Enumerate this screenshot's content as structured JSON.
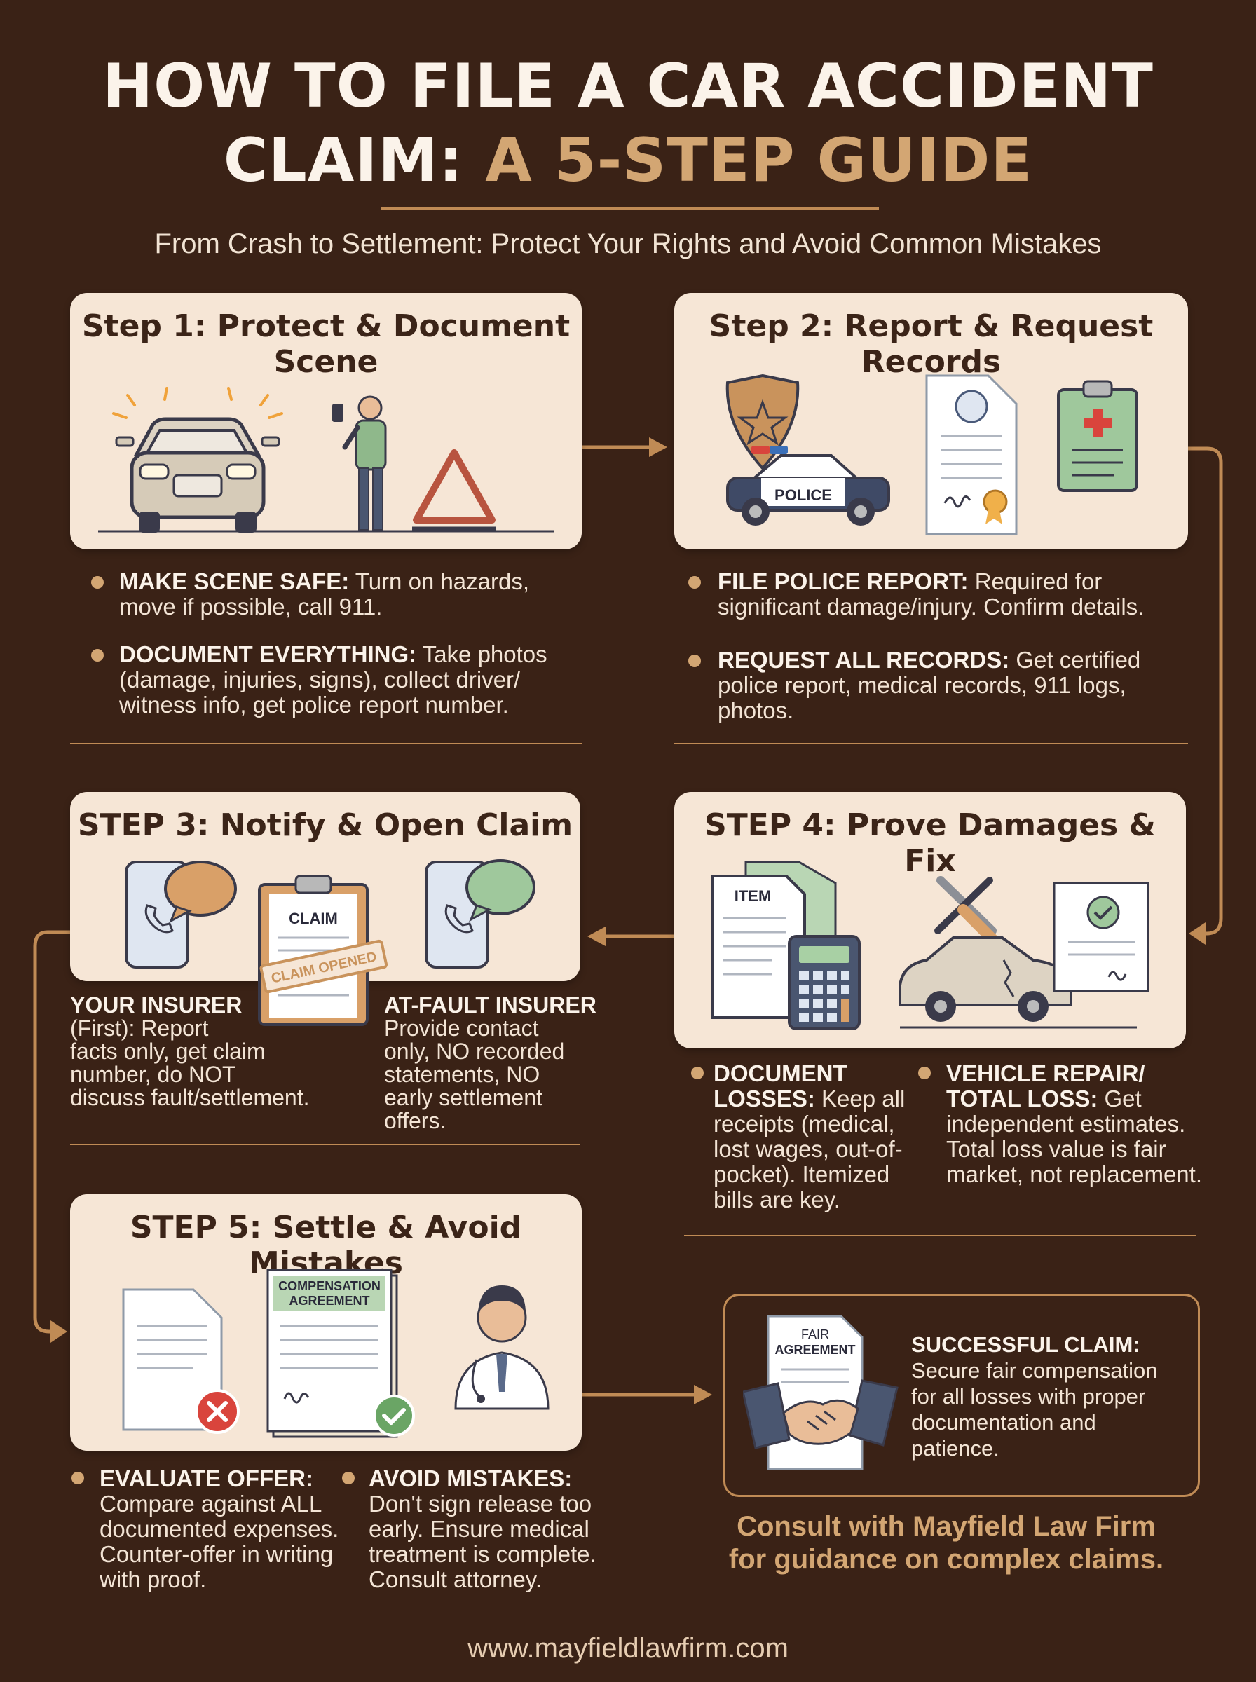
{
  "header": {
    "title_line1": "HOW TO FILE A CAR ACCIDENT",
    "title_line2_part1": "CLAIM: ",
    "title_line2_highlight": "A 5-STEP GUIDE",
    "subtitle": "From Crash to Settlement: Protect Your Rights and Avoid Common Mistakes"
  },
  "step1": {
    "title": "Step 1: Protect & Document Scene",
    "b1_head": "MAKE SCENE SAFE:",
    "b1_line1": " Turn on hazards,",
    "b1_line2": "move if possible, call 911.",
    "b2_head": "DOCUMENT EVERYTHING:",
    "b2_line1": " Take photos",
    "b2_line2": "(damage, injuries, signs), collect driver/",
    "b2_line3": "witness info, get police report number."
  },
  "step2": {
    "title": "Step 2: Report & Request Records",
    "police_label": "POLICE",
    "b1_head": "FILE POLICE REPORT:",
    "b1_line1": " Required for",
    "b1_line2": "significant damage/injury. Confirm details.",
    "b2_head": "REQUEST ALL RECORDS:",
    "b2_line1": " Get certified",
    "b2_line2": "police report, medical records, 911 logs,",
    "b2_line3": "photos."
  },
  "step3": {
    "title": "STEP 3: Notify & Open Claim",
    "clipboard_label": "CLAIM",
    "stamp": "CLAIM OPENED",
    "left_head": "YOUR INSURER",
    "left_lines": [
      "(First): Report",
      "facts only, get claim",
      "number, do NOT",
      "discuss fault/settlement."
    ],
    "right_head": "AT-FAULT INSURER",
    "right_lines": [
      "Provide contact",
      "only, NO recorded",
      "statements, NO",
      "early settlement",
      "offers."
    ]
  },
  "step4": {
    "title": "STEP 4: Prove Damages & Fix",
    "receipt_label": "ITEM",
    "left_head1": "DOCUMENT",
    "left_head2": "LOSSES:",
    "left_line1": " Keep all",
    "left_lines": [
      "receipts (medical,",
      "lost wages, out-of-",
      "pocket). Itemized",
      "bills are key."
    ],
    "right_head1": "VEHICLE REPAIR/",
    "right_head2": "TOTAL LOSS:",
    "right_line1": " Get",
    "right_lines": [
      "independent estimates.",
      "Total loss value is fair",
      "market, not replacement."
    ]
  },
  "step5": {
    "title": "STEP 5: Settle & Avoid Mistakes",
    "doc_label1": "COMPENSATION",
    "doc_label2": "AGREEMENT",
    "left_head": "EVALUATE OFFER:",
    "left_lines": [
      "Compare against ALL",
      "documented expenses.",
      "Counter-offer in writing",
      "with proof."
    ],
    "right_head": "AVOID MISTAKES:",
    "right_lines": [
      "Don't sign release too",
      "early. Ensure medical",
      "treatment is complete.",
      "Consult attorney."
    ]
  },
  "success": {
    "doc_label1": "FAIR",
    "doc_label2": "AGREEMENT",
    "head": "SUCCESSFUL CLAIM:",
    "lines": [
      "Secure fair compensation",
      "for all losses with proper",
      "documentation and",
      "patience."
    ]
  },
  "consult": {
    "line1": "Consult with Mayfield Law Firm",
    "line2": "for guidance on complex claims."
  },
  "footer": {
    "url": "www.mayfieldlawfirm.com"
  },
  "colors": {
    "background": "#3a2216",
    "card": "#f6e6d6",
    "accent": "#d3a673",
    "rule": "#c08b55"
  }
}
